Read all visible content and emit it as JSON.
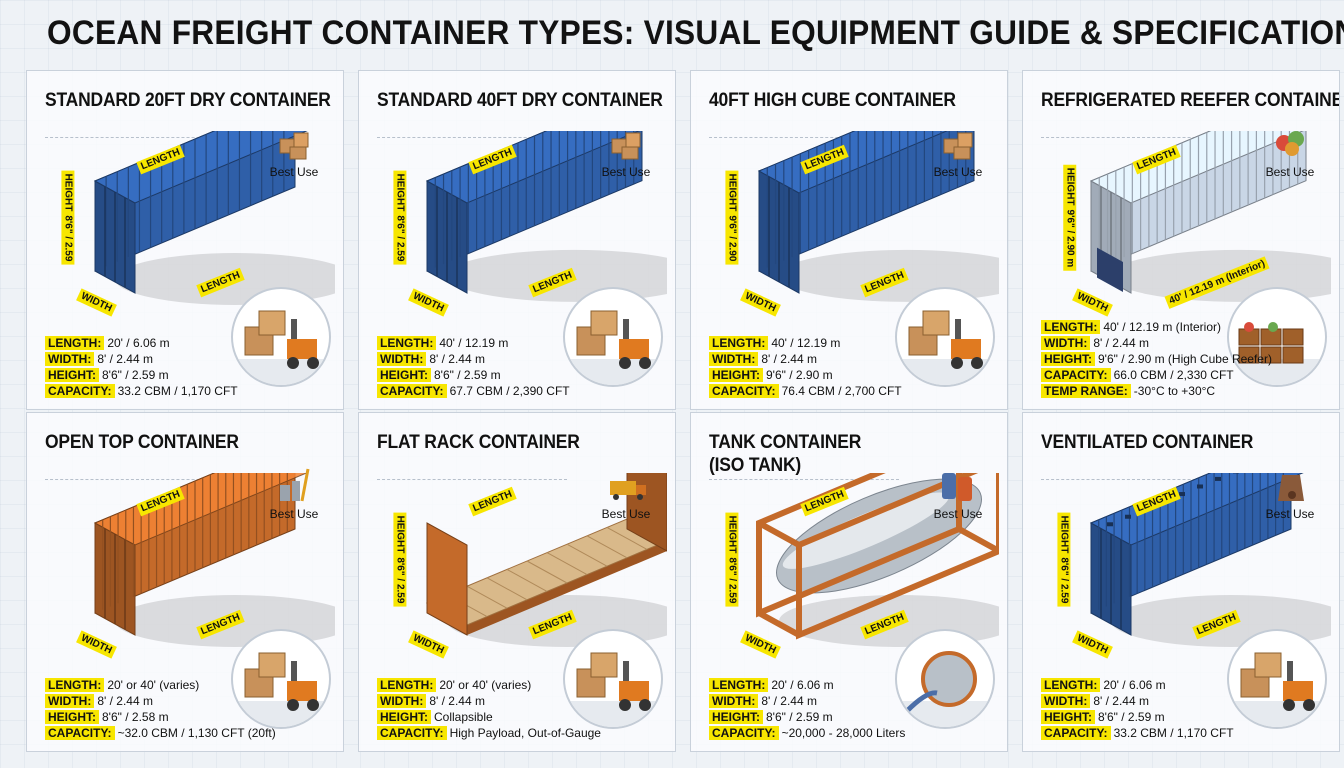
{
  "title": "OCEAN FREIGHT CONTAINER TYPES: VISUAL EQUIPMENT GUIDE & SPECIFICATIONS",
  "best_use_label": "Best Use",
  "dim_labels": {
    "length": "LENGTH",
    "width": "WIDTH",
    "height": "HEIGHT"
  },
  "containers": [
    {
      "name": "STANDARD 20FT DRY CONTAINER",
      "color": "#2f5fa8",
      "height_tag": "8'6\" / 2.59",
      "specs": [
        {
          "k": "LENGTH:",
          "v": "20' / 6.06 m"
        },
        {
          "k": "WIDTH:",
          "v": "8' / 2.44 m"
        },
        {
          "k": "HEIGHT:",
          "v": "8'6\" / 2.59 m"
        },
        {
          "k": "CAPACITY:",
          "v": "33.2 CBM / 1,170 CFT"
        }
      ]
    },
    {
      "name": "STANDARD 40FT DRY CONTAINER",
      "color": "#2f5fa8",
      "height_tag": "8'6\" / 2.59",
      "specs": [
        {
          "k": "LENGTH:",
          "v": "40' / 12.19 m"
        },
        {
          "k": "WIDTH:",
          "v": "8' / 2.44 m"
        },
        {
          "k": "HEIGHT:",
          "v": "8'6\" / 2.59 m"
        },
        {
          "k": "CAPACITY:",
          "v": "67.7 CBM / 2,390 CFT"
        }
      ]
    },
    {
      "name": "40FT HIGH CUBE CONTAINER",
      "color": "#2f5fa8",
      "height_tag": "9'6\" / 2.90",
      "specs": [
        {
          "k": "LENGTH:",
          "v": "40' / 12.19 m"
        },
        {
          "k": "WIDTH:",
          "v": "8' / 2.44 m"
        },
        {
          "k": "HEIGHT:",
          "v": "9'6\" / 2.90 m"
        },
        {
          "k": "CAPACITY:",
          "v": "76.4 CBM / 2,700 CFT"
        }
      ]
    },
    {
      "name": "REFRIGERATED REEFER CONTAINER",
      "color": "#c9d6e6",
      "height_tag": "9'6\" / 2.90 m",
      "length_tag": "40' / 12.19 m (Interior)",
      "specs": [
        {
          "k": "LENGTH:",
          "v": "40' / 12.19 m (Interior)"
        },
        {
          "k": "WIDTH:",
          "v": "8' / 2.44 m"
        },
        {
          "k": "HEIGHT:",
          "v": "9'6\" / 2.90 m (High Cube Reefer)"
        },
        {
          "k": "CAPACITY:",
          "v": "66.0 CBM / 2,330 CFT"
        },
        {
          "k": "TEMP RANGE:",
          "v": "-30°C to +30°C"
        }
      ]
    },
    {
      "name": "OPEN TOP CONTAINER",
      "color": "#c46a2a",
      "height_tag": "",
      "specs": [
        {
          "k": "LENGTH:",
          "v": "20' or 40' (varies)"
        },
        {
          "k": "WIDTH:",
          "v": "8' / 2.44 m"
        },
        {
          "k": "HEIGHT:",
          "v": "8'6\" / 2.58 m"
        },
        {
          "k": "CAPACITY:",
          "v": "~32.0 CBM / 1,130 CFT (20ft)"
        }
      ]
    },
    {
      "name": "FLAT RACK CONTAINER",
      "color": "#c46a2a",
      "height_tag": "8'6\" / 2.59",
      "specs": [
        {
          "k": "LENGTH:",
          "v": "20' or 40' (varies)"
        },
        {
          "k": "WIDTH:",
          "v": "8' / 2.44 m"
        },
        {
          "k": "HEIGHT:",
          "v": "Collapsible"
        },
        {
          "k": "CAPACITY:",
          "v": "High Payload, Out-of-Gauge"
        }
      ]
    },
    {
      "name": "TANK CONTAINER\n(ISO TANK)",
      "color": "#c46a2a",
      "height_tag": "8'6\" / 2.59",
      "specs": [
        {
          "k": "LENGTH:",
          "v": "20' / 6.06 m"
        },
        {
          "k": "WIDTH:",
          "v": "8' / 2.44 m"
        },
        {
          "k": "HEIGHT:",
          "v": "8'6\" / 2.59 m"
        },
        {
          "k": "CAPACITY:",
          "v": "~20,000 - 28,000 Liters"
        }
      ]
    },
    {
      "name": "VENTILATED CONTAINER",
      "color": "#2f5fa8",
      "height_tag": "8'6\" / 2.59",
      "specs": [
        {
          "k": "LENGTH:",
          "v": "20' / 6.06 m"
        },
        {
          "k": "WIDTH:",
          "v": "8' / 2.44 m"
        },
        {
          "k": "HEIGHT:",
          "v": "8'6\" / 2.59 m"
        },
        {
          "k": "CAPACITY:",
          "v": "33.2 CBM / 1,170 CFT"
        }
      ]
    }
  ]
}
